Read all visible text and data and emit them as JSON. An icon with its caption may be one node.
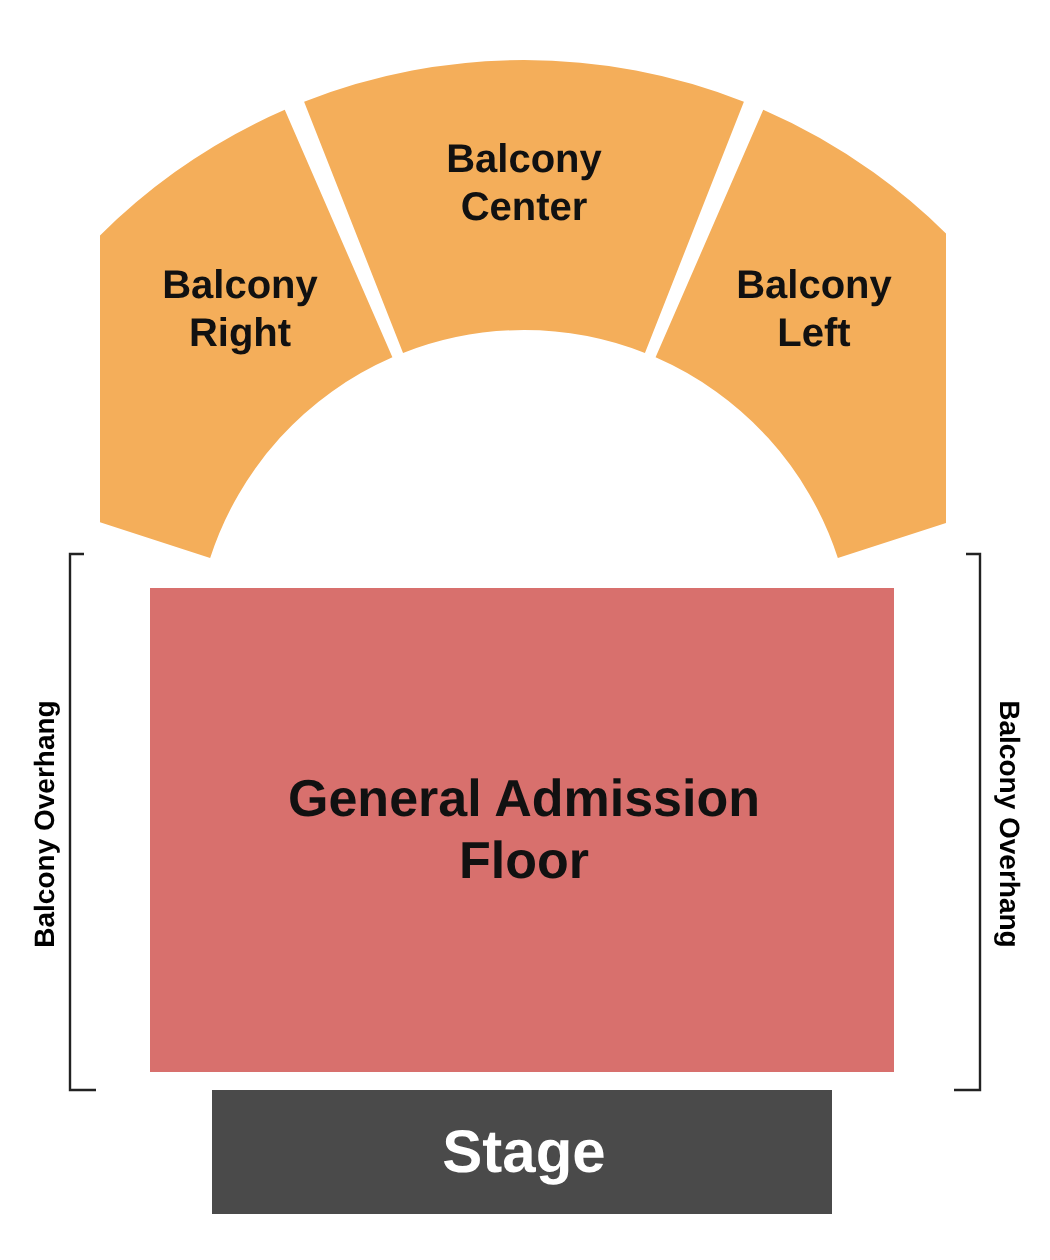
{
  "diagram": {
    "nodes": [
      {
        "text": [
          "Balcony Right"
        ]
      },
      {
        "text": [
          "Balcony Center"
        ]
      },
      {
        "text": [
          "Balcony Left"
        ]
      },
      {
        "text": [
          "General Admission Floor"
        ]
      },
      {
        "text": [
          "Stage"
        ]
      }
    ],
    "labels": [
      "Balcony Overhang",
      "Balcony Overhang"
    ]
  }
}
